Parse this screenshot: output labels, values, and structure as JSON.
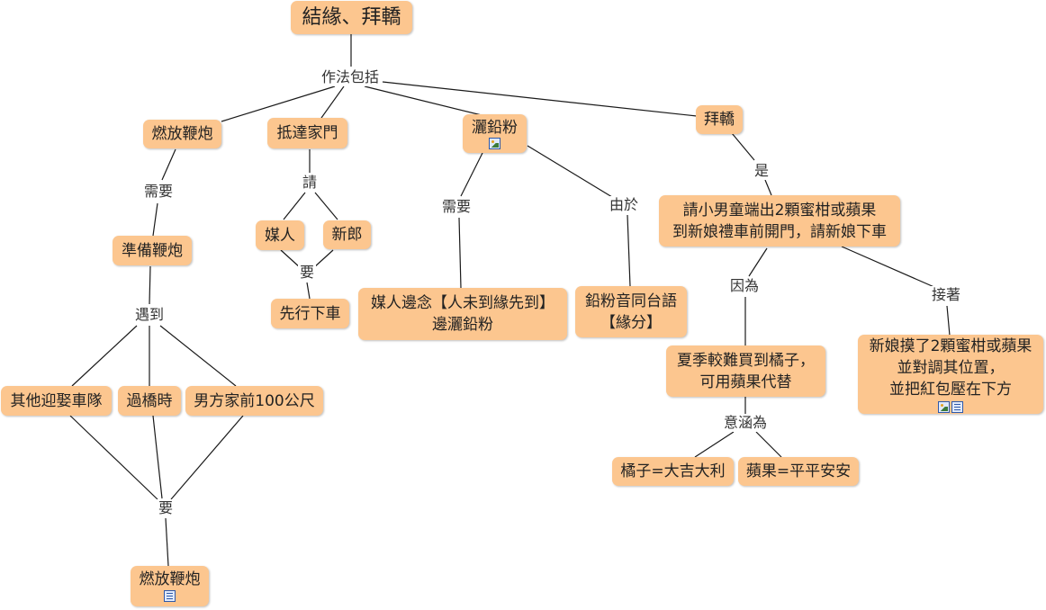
{
  "nodes": {
    "root": "結緣、拜轎",
    "firecracker": "燃放鞭炮",
    "arrive": "抵達家門",
    "sprinkle": "灑鉛粉",
    "sedan": "拜轎",
    "prepare": "準備鞭炮",
    "matchmaker": "媒人",
    "groom": "新郎",
    "first_off": "先行下車",
    "chant_line1": "媒人邊念【人未到緣先到】",
    "chant_line2": "邊灑鉛粉",
    "homophone_line1": "鉛粉音同台語",
    "homophone_line2": "【緣分】",
    "boy_line1": "請小男童端出2顆蜜柑或蘋果",
    "boy_line2": "到新娘禮車前開門，請新娘下車",
    "other_convoy": "其他迎娶車隊",
    "bridge": "過橋時",
    "groom_house": "男方家前100公尺",
    "summer_line1": "夏季較難買到橘子，",
    "summer_line2": "可用蘋果代替",
    "bride_line1": "新娘摸了2顆蜜柑或蘋果",
    "bride_line2": "並對調其位置，",
    "bride_line3": "並把紅包壓在下方",
    "orange": "橘子=大吉大利",
    "apple": "蘋果=平平安安",
    "firecracker2": "燃放鞭炮"
  },
  "links": {
    "includes": "作法包括",
    "needs1": "需要",
    "please": "請",
    "needs2": "需要",
    "because_of": "由於",
    "is": "是",
    "when": "遇到",
    "must1": "要",
    "because": "因為",
    "then": "接著",
    "meaning": "意涵為",
    "must2": "要"
  },
  "icons": {
    "sprinkle": [
      "image-icon"
    ],
    "bride": [
      "image-icon",
      "document-icon"
    ],
    "firecracker2": [
      "document-icon"
    ]
  },
  "colors": {
    "node_fill": "#fcc68f",
    "line": "#1a1a1a"
  }
}
